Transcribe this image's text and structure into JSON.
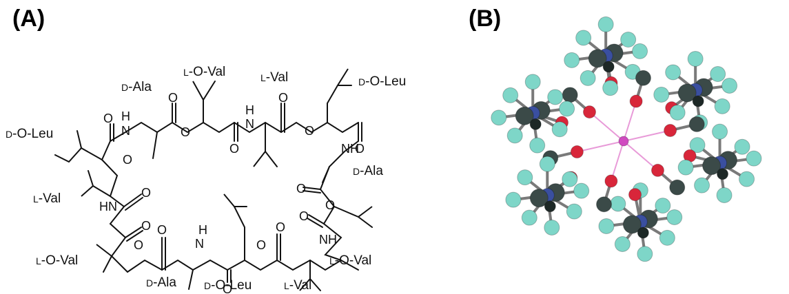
{
  "panels": {
    "a": {
      "label": "(A)"
    },
    "b": {
      "label": "(B)"
    }
  },
  "structure": {
    "residues": [
      {
        "id": "r1",
        "prefix": "D",
        "sep": "-",
        "name": "Ala",
        "italic_o": false
      },
      {
        "id": "r2",
        "prefix": "L",
        "sep": "-",
        "name": "O-Val",
        "italic_o": true
      },
      {
        "id": "r3",
        "prefix": "L",
        "sep": "-",
        "name": "Val",
        "italic_o": false
      },
      {
        "id": "r4",
        "prefix": "D",
        "sep": "-",
        "name": "O-Leu",
        "italic_o": true
      },
      {
        "id": "r5",
        "prefix": "D",
        "sep": "-",
        "name": "O-Leu",
        "italic_o": true
      },
      {
        "id": "r6",
        "prefix": "D",
        "sep": "-",
        "name": "Ala",
        "italic_o": false
      },
      {
        "id": "r7",
        "prefix": "L",
        "sep": "-",
        "name": "Val",
        "italic_o": false
      },
      {
        "id": "r8",
        "prefix": "L",
        "sep": "-",
        "name": "O-Val",
        "italic_o": true
      },
      {
        "id": "r9",
        "prefix": "L",
        "sep": "-",
        "name": "O-Val",
        "italic_o": true
      },
      {
        "id": "r10",
        "prefix": "D",
        "sep": "-",
        "name": "Ala",
        "italic_o": false
      },
      {
        "id": "r11",
        "prefix": "D",
        "sep": "-",
        "name": "O-Leu",
        "italic_o": true
      },
      {
        "id": "r12",
        "prefix": "L",
        "sep": "-",
        "name": "Val",
        "italic_o": false
      }
    ],
    "atom_labels": {
      "oxygen": "O",
      "nitrogen_h": "H",
      "nh": "NH",
      "n": "N",
      "hn": "HN"
    }
  },
  "model": {
    "atom_colors": {
      "carbon": "#3b4a48",
      "oxygen": "#d8263a",
      "nitrogen": "#3a4fa0",
      "hydrogen": "#7ed6c8",
      "metal": "#d04ac0"
    }
  }
}
